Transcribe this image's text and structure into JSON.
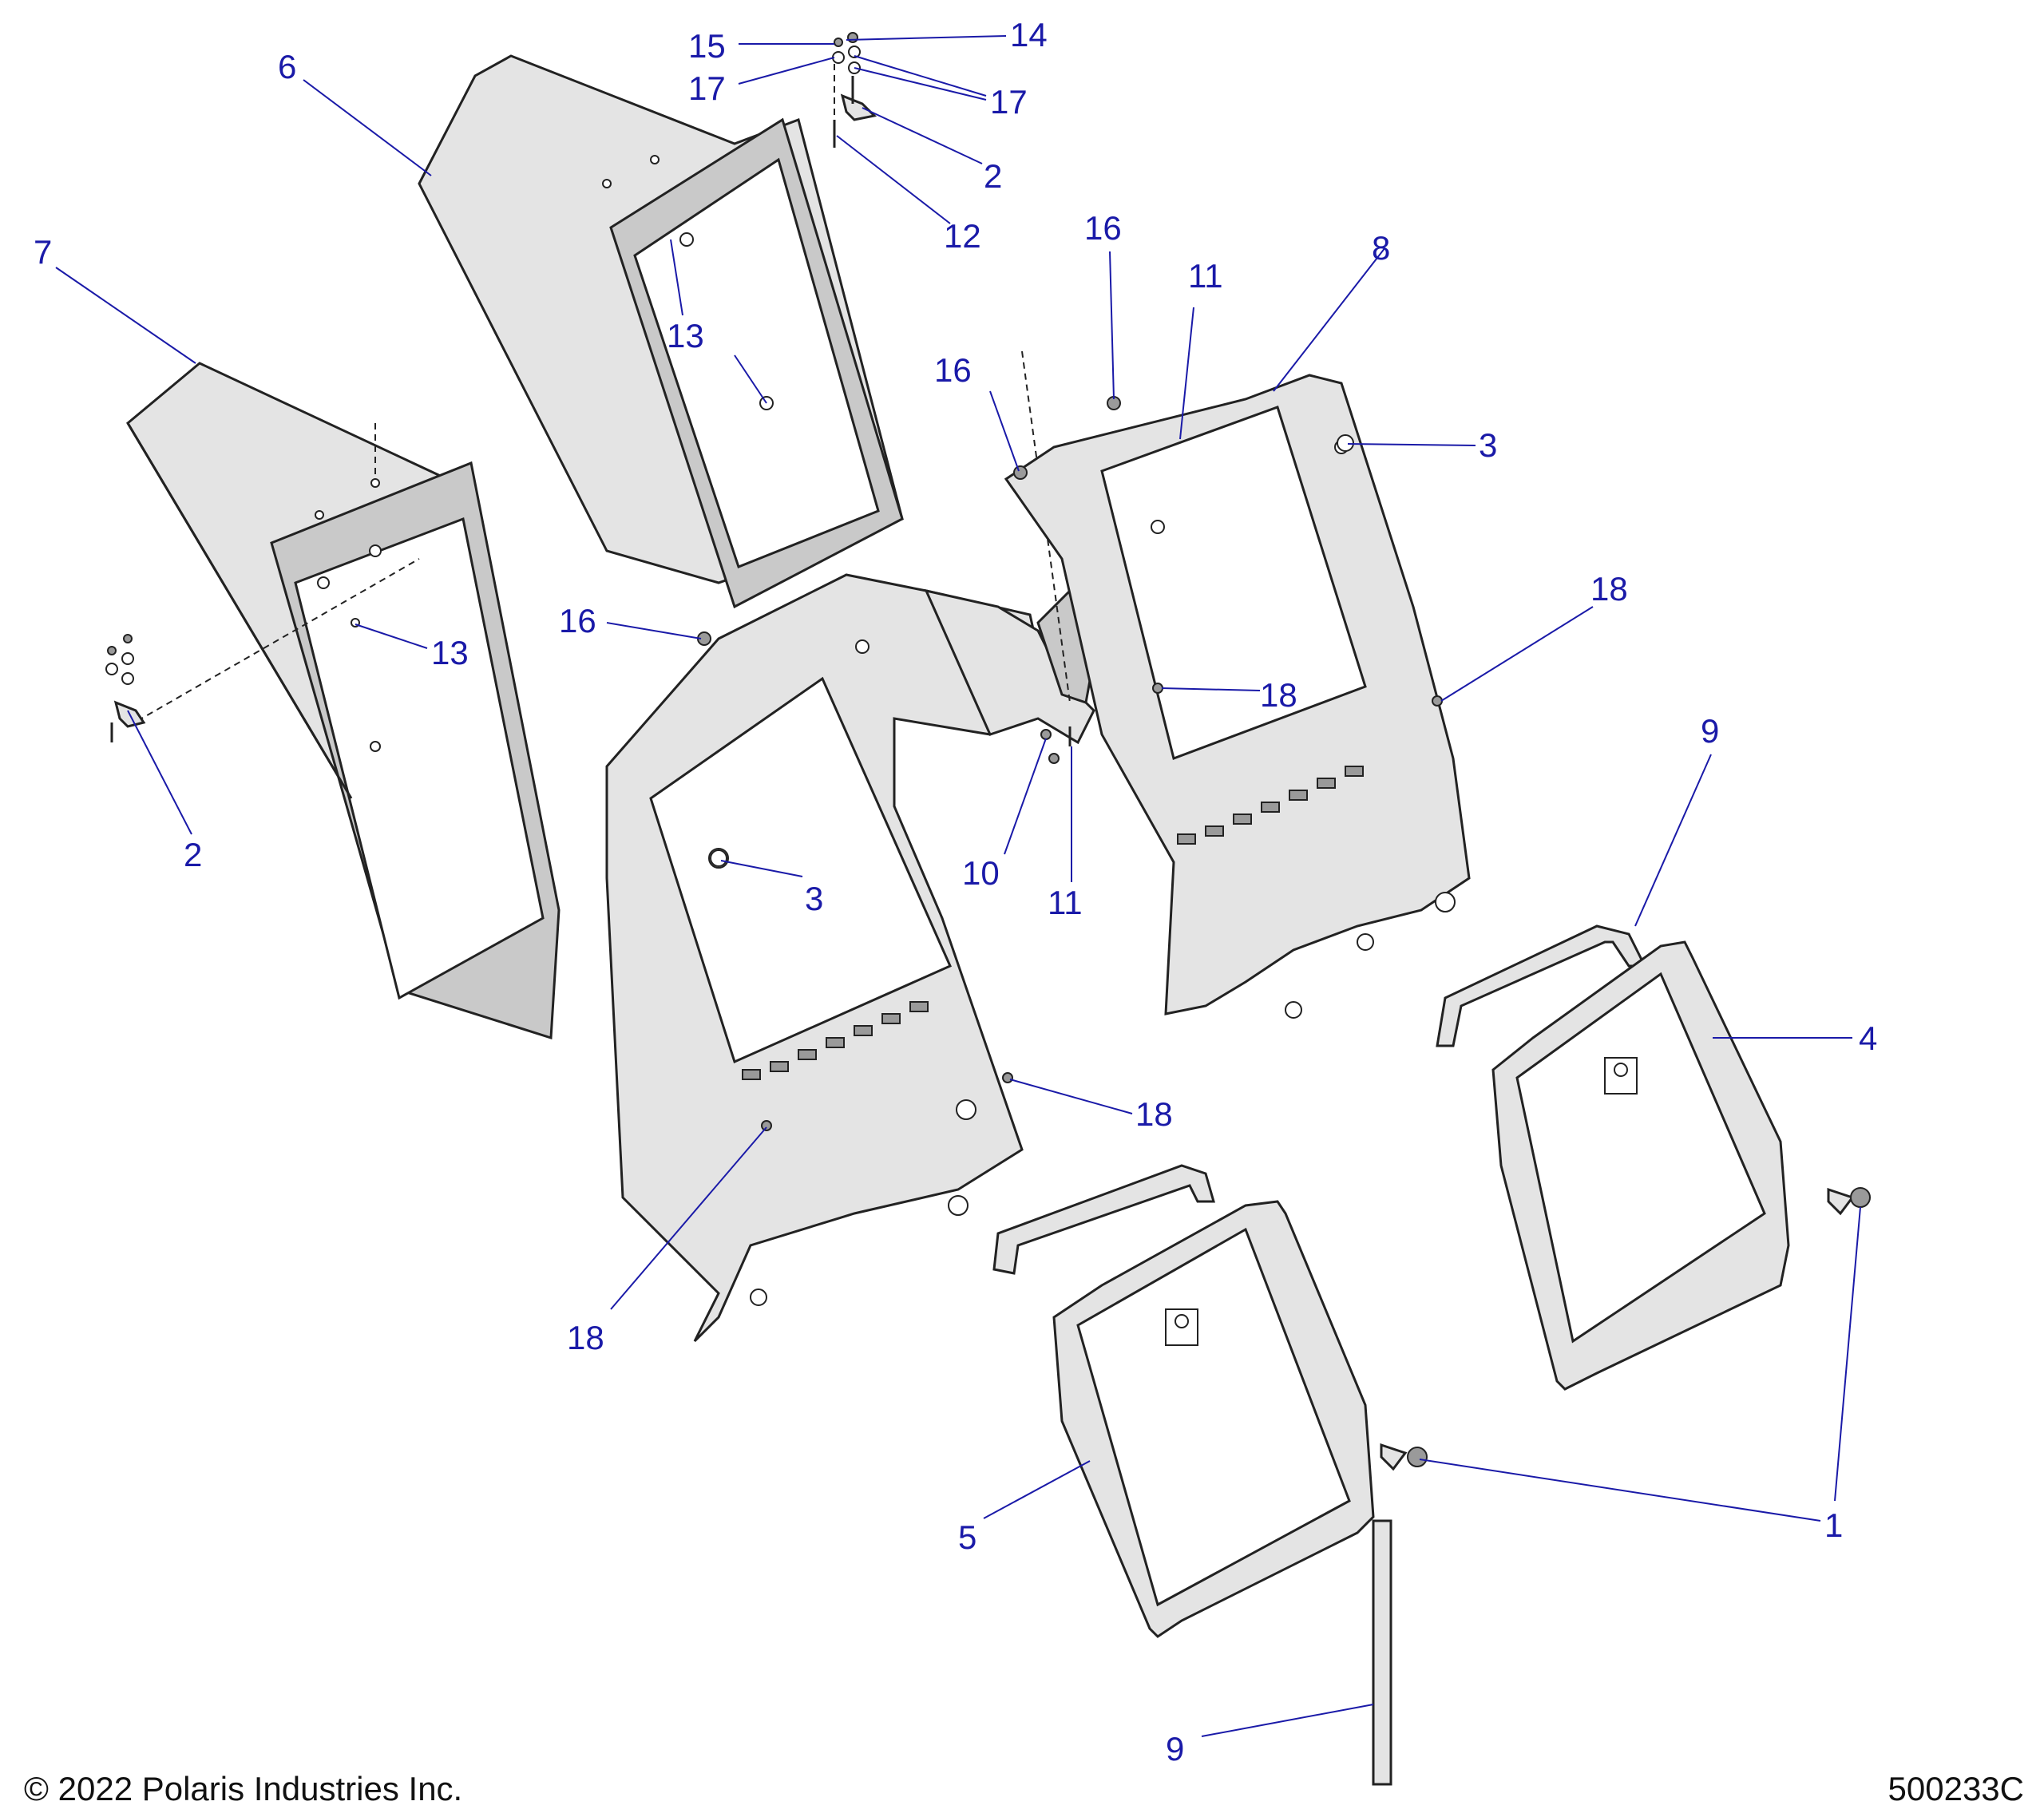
{
  "callouts": {
    "c1": "1",
    "c2a": "2",
    "c2b": "2",
    "c3a": "3",
    "c3b": "3",
    "c4": "4",
    "c5": "5",
    "c6": "6",
    "c7": "7",
    "c8": "8",
    "c9a": "9",
    "c9b": "9",
    "c10": "10",
    "c11a": "11",
    "c11b": "11",
    "c12": "12",
    "c13a": "13",
    "c13b": "13",
    "c14": "14",
    "c15": "15",
    "c16a": "16",
    "c16b": "16",
    "c16c": "16",
    "c17a": "17",
    "c17b": "17",
    "c18a": "18",
    "c18b": "18",
    "c18c": "18",
    "c18d": "18"
  },
  "footer": {
    "copyright": "© 2022 Polaris Industries Inc.",
    "drawing_number": "500233C"
  },
  "colors": {
    "callout": "#1a1aa8",
    "line_art": "#222222",
    "part_fill": "#e4e4e4"
  }
}
